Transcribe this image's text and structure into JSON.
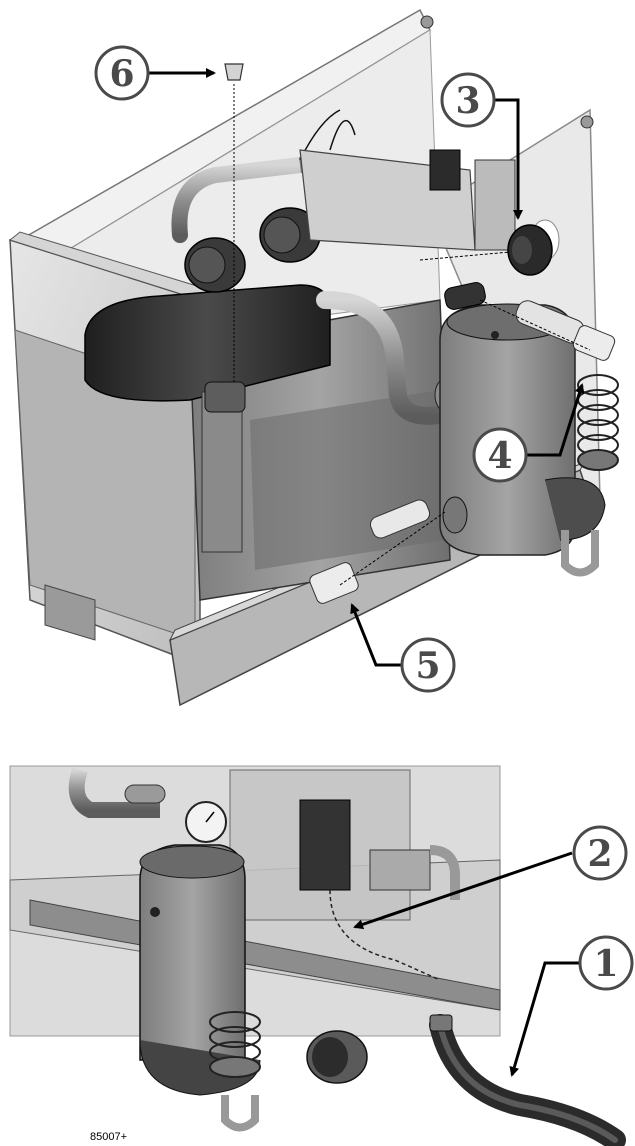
{
  "figure": {
    "id": "85007+",
    "colors": {
      "panel": "#c9c9c9",
      "panel_light": "#e4e4e4",
      "panel_dark": "#8d8d8d",
      "metal": "#a9a9a9",
      "dark": "#2e2e2e",
      "line": "#1a1a1a",
      "callout_fill": "#ffffff",
      "callout_stroke": "#4a4a4a"
    }
  },
  "callouts": [
    {
      "id": "c1",
      "label": "1"
    },
    {
      "id": "c2",
      "label": "2"
    },
    {
      "id": "c3",
      "label": "3"
    },
    {
      "id": "c4",
      "label": "4"
    },
    {
      "id": "c5",
      "label": "5"
    },
    {
      "id": "c6",
      "label": "6"
    }
  ]
}
